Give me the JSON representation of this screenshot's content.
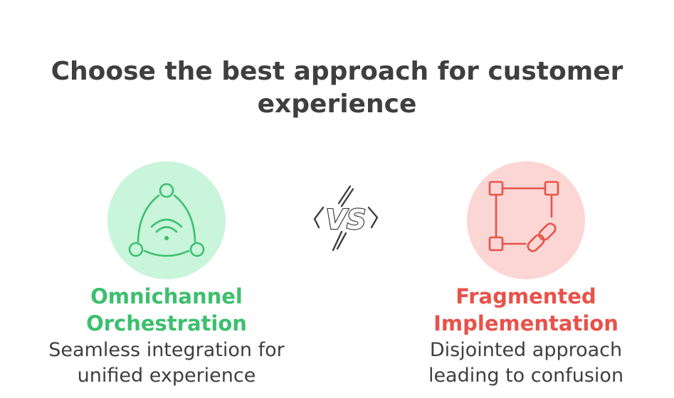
{
  "title": {
    "line1": "Choose the best approach for customer",
    "line2": "experience"
  },
  "options": [
    {
      "title_line1": "Omnichannel",
      "title_line2": "Orchestration",
      "desc_line1": "Seamless integration for",
      "desc_line2": "unified experience",
      "icon": "wireless-network-icon",
      "accent": "#3cbf6e",
      "circle_color": "#c9f5da"
    },
    {
      "title_line1": "Fragmented",
      "title_line2": "Implementation",
      "desc_line1": "Disjointed approach",
      "desc_line2": "leading to confusion",
      "icon": "broken-link-square-icon",
      "accent": "#e8524a",
      "circle_color": "#fcd6d4"
    }
  ],
  "vs_label": "VS"
}
